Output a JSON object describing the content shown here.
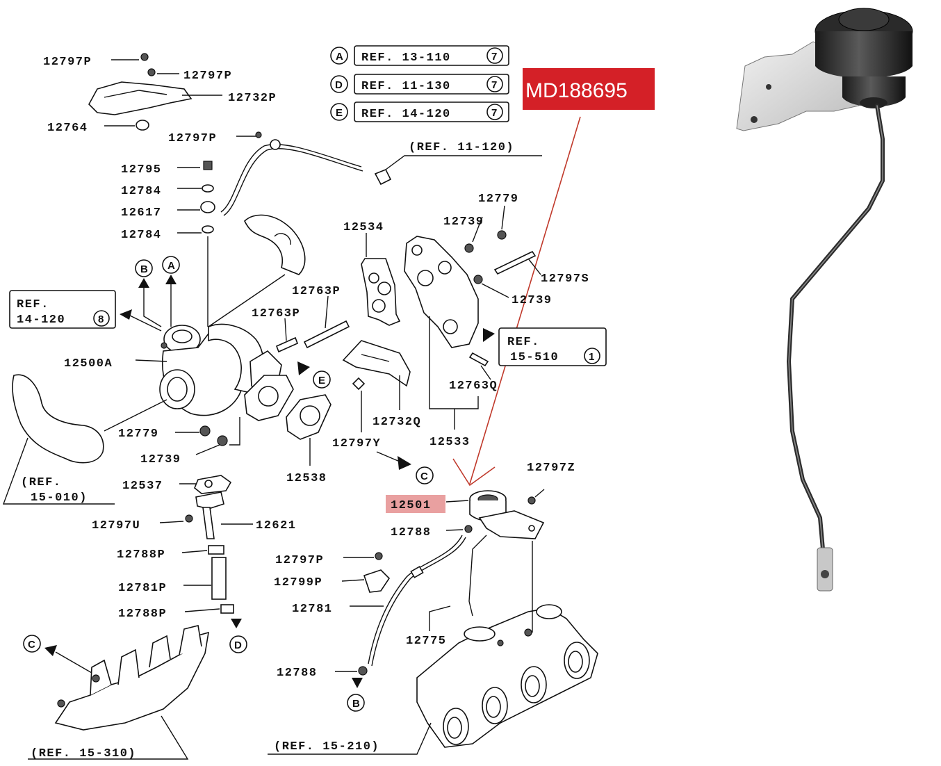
{
  "highlight": {
    "part_number": "MD188695",
    "highlighted_label": "12501"
  },
  "refs_top": [
    {
      "letter": "A",
      "text": "REF. 13-110",
      "num": "7"
    },
    {
      "letter": "D",
      "text": "REF. 11-130",
      "num": "7"
    },
    {
      "letter": "E",
      "text": "REF. 14-120",
      "num": "7"
    }
  ],
  "ref_boxes": {
    "left": {
      "line1": "REF.",
      "line2": "14-120",
      "num": "8"
    },
    "right": {
      "line1": "REF.",
      "line2": "15-510",
      "num": "1"
    }
  },
  "ref_texts": {
    "r11_120": "(REF. 11-120)",
    "r15_010a": "(REF.",
    "r15_010b": "15-010)",
    "r15_310": "(REF. 15-310)",
    "r15_210": "(REF. 15-210)"
  },
  "labels": {
    "p12797P_a": "12797P",
    "p12797P_b": "12797P",
    "p12732P": "12732P",
    "p12764": "12764",
    "p12797P_c": "12797P",
    "p12795": "12795",
    "p12784_a": "12784",
    "p12617": "12617",
    "p12784_b": "12784",
    "p12534": "12534",
    "p12779_a": "12779",
    "p12739_a": "12739",
    "p12797S": "12797S",
    "p12739_b": "12739",
    "p12763P_a": "12763P",
    "p12763P_b": "12763P",
    "p12500A": "12500A",
    "p12763Q": "12763Q",
    "p12732Q": "12732Q",
    "p12533": "12533",
    "p12779_b": "12779",
    "p12797Y": "12797Y",
    "p12739_c": "12739",
    "p12538": "12538",
    "p12537": "12537",
    "p12797Z": "12797Z",
    "p12501": "12501",
    "p12797U": "12797U",
    "p12621": "12621",
    "p12788_a": "12788",
    "p12788P_a": "12788P",
    "p12797P_d": "12797P",
    "p12799P": "12799P",
    "p12781P": "12781P",
    "p12781": "12781",
    "p12788P_b": "12788P",
    "p12775": "12775",
    "p12788_b": "12788"
  },
  "markers": {
    "B1": "B",
    "A1": "A",
    "E1": "E",
    "C1": "C",
    "D1": "D",
    "C2": "C",
    "B2": "B"
  },
  "colors": {
    "highlight_red": "#d42027",
    "label_highlight": "#e9a0a0",
    "pointer_line": "#c0392b"
  },
  "icons": [
    "circled-letter-marker",
    "reference-arrow",
    "actuator-photo"
  ]
}
